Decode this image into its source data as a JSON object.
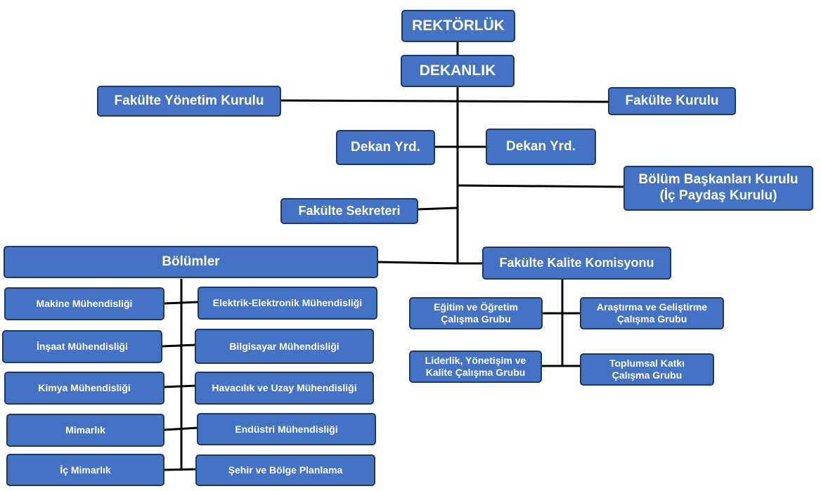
{
  "org_chart": {
    "rectorate": "REKTÖRLÜK",
    "deanery": "DEKANLIK",
    "faculty_executive_board": "Fakülte Yönetim Kurulu",
    "faculty_board": "Fakülte Kurulu",
    "vice_dean_left": "Dekan Yrd.",
    "vice_dean_right": "Dekan Yrd.",
    "heads_board": "Bölüm Başkanları Kurulu\n(İç Paydaş Kurulu)",
    "faculty_secretary": "Fakülte Sekreteri",
    "departments_header": "Bölümler",
    "quality_commission": "Fakülte Kalite Komisyonu",
    "departments_left": [
      "Makine Mühendisliği",
      "İnşaat Mühendisliği",
      "Kimya Mühendisliği",
      "Mimarlık",
      "İç Mimarlık"
    ],
    "departments_right": [
      "Elektrik-Elektronik Mühendisliği",
      "Bilgisayar Mühendisliği",
      "Havacılık ve Uzay Mühendisliği",
      "Endüstri Mühendisliği",
      "Şehir ve Bölge Planlama"
    ],
    "working_groups": {
      "education": "Eğitim ve Öğretim\nÇalışma Grubu",
      "research": "Araştırma ve Geliştirme\nÇalışma Grubu",
      "leadership": "Liderlik, Yönetişim ve\nKalite Çalışma Grubu",
      "social": "Toplumsal Katkı\nÇalışma Grubu"
    }
  },
  "colors": {
    "box_fill": "#4472c4",
    "box_border": "#1f3864",
    "box_text": "#ffffff",
    "connector": "#000000"
  }
}
